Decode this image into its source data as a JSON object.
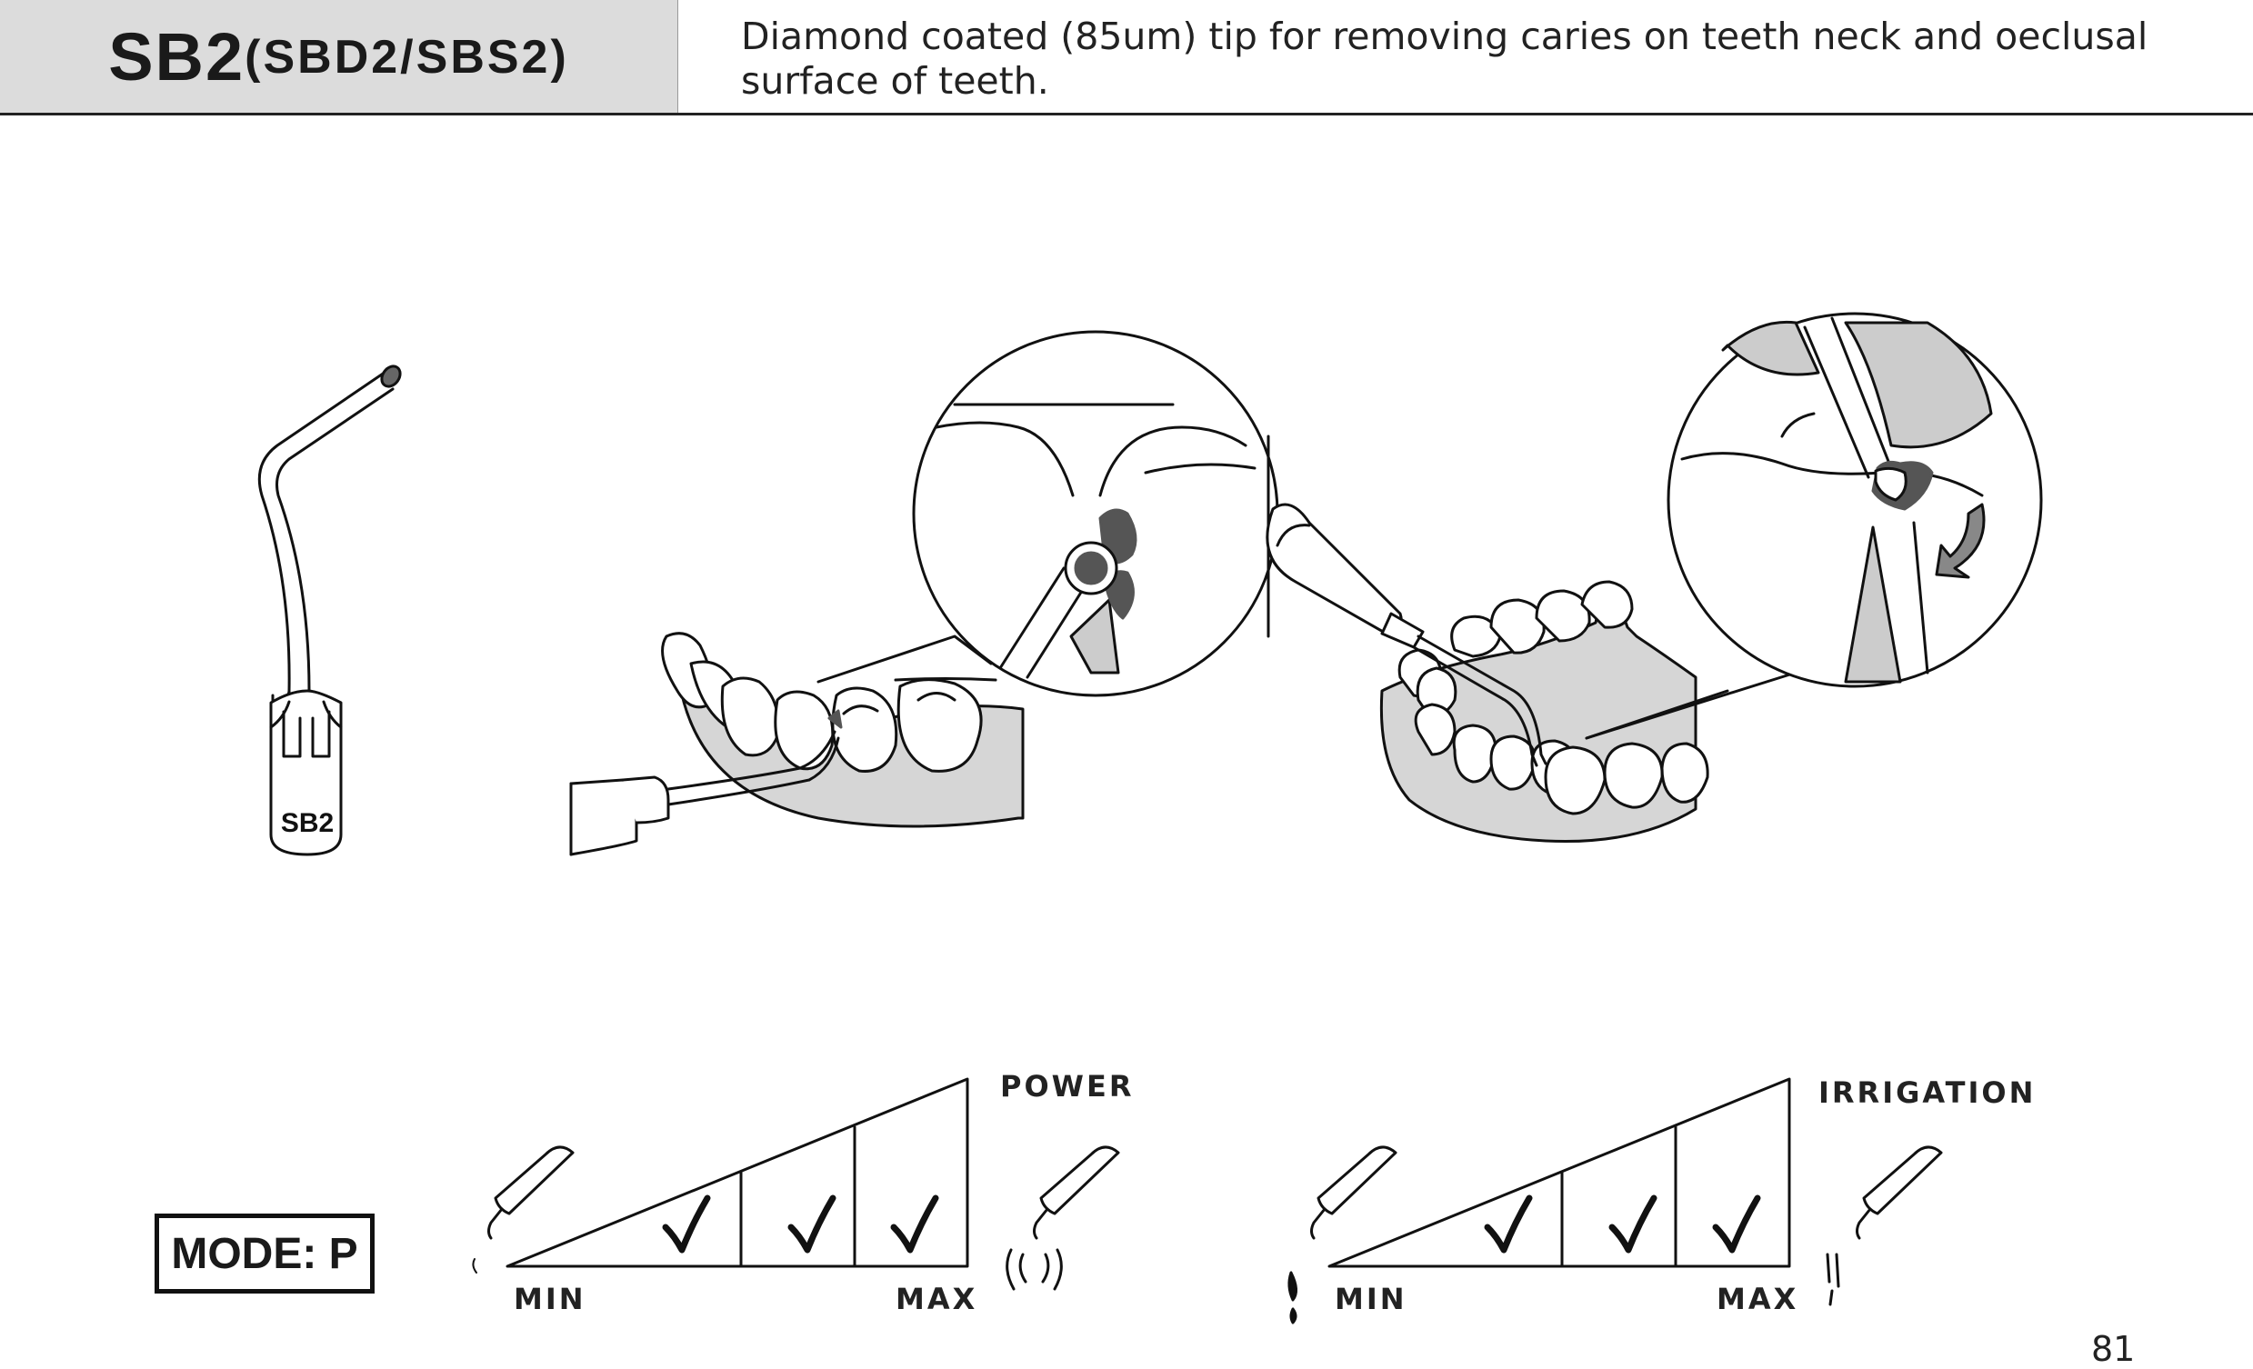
{
  "header": {
    "code": "SB2",
    "variants": "(SBD2/SBS2)",
    "description": "Diamond coated (85um) tip for removing caries on teeth neck and oeclusal surface of teeth."
  },
  "tip": {
    "engraving": "SB2"
  },
  "mode": {
    "label": "MODE: P"
  },
  "power_scale": {
    "title": "POWER",
    "min_label": "MIN",
    "max_label": "MAX",
    "checked_levels": 3
  },
  "irrigation_scale": {
    "title": "IRRIGATION",
    "min_label": "MIN",
    "max_label": "MAX",
    "checked_levels": 3
  },
  "page": {
    "number": "81"
  },
  "colors": {
    "caries": "#555555",
    "gum": "#d6d6d6",
    "header_fill": "#dcdcdc"
  }
}
